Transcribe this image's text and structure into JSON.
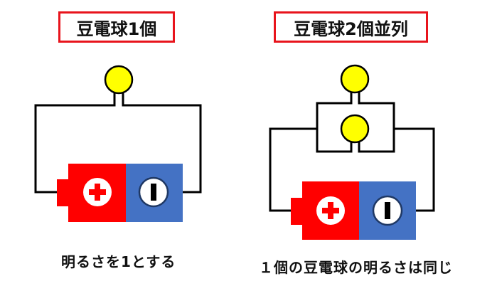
{
  "left_panel": {
    "title": "豆電球1個",
    "caption": "明るさを1とする"
  },
  "right_panel": {
    "title": "豆電球2個並列",
    "caption": "１個の豆電球の明るさは同じ"
  },
  "colors": {
    "title_border": "#e8141c",
    "battery_positive": "#ff0000",
    "battery_negative": "#4472c4",
    "bulb_fill": "#ffff00",
    "wire": "#000000"
  }
}
